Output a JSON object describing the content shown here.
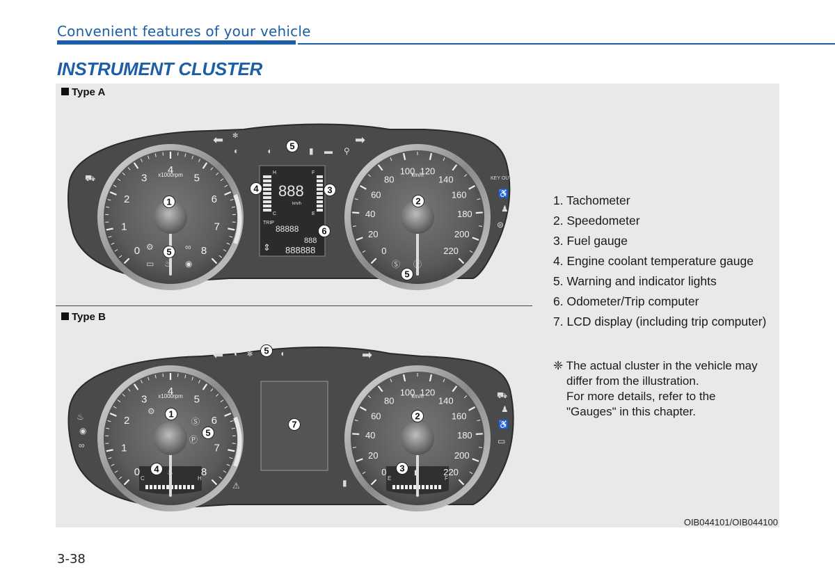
{
  "header": {
    "chapter_title": "Convenient features of your vehicle"
  },
  "section": {
    "title": "INSTRUMENT CLUSTER"
  },
  "figure": {
    "type_a_label": "Type A",
    "type_b_label": "Type B",
    "code": "OIB044101/OIB044100",
    "tachometer": {
      "unit": "x1000rpm",
      "ticks": [
        "0",
        "1",
        "2",
        "3",
        "4",
        "5",
        "6",
        "7",
        "8"
      ]
    },
    "speedometer": {
      "unit": "km/h",
      "ticks": [
        "0",
        "20",
        "40",
        "60",
        "80",
        "100",
        "120",
        "140",
        "160",
        "180",
        "200",
        "220"
      ]
    },
    "callouts": [
      "1",
      "2",
      "3",
      "4",
      "5",
      "6",
      "7"
    ],
    "lcd": {
      "trip": "TRIP",
      "odo": "88888",
      "temp": "888",
      "speed": "888",
      "total": "888888",
      "unit": "km/h",
      "fuel_f": "F",
      "fuel_e": "E",
      "temp_h": "H",
      "temp_c": "C"
    },
    "key_out": "KEY OUT",
    "gauge_c": "C",
    "gauge_h": "H",
    "gauge_e": "E",
    "gauge_f": "F"
  },
  "legend": [
    "1. Tachometer",
    "2. Speedometer",
    "3. Fuel gauge",
    "4. Engine coolant temperature gauge",
    "5. Warning and indicator lights",
    "6. Odometer/Trip computer",
    "7. LCD display (including trip computer)"
  ],
  "note": {
    "symbol": "❈",
    "lines": [
      "The actual cluster in the vehicle may",
      "differ from the illustration.",
      "For more details, refer to the",
      "\"Gauges\" in this chapter."
    ]
  },
  "page_number": "3-38"
}
